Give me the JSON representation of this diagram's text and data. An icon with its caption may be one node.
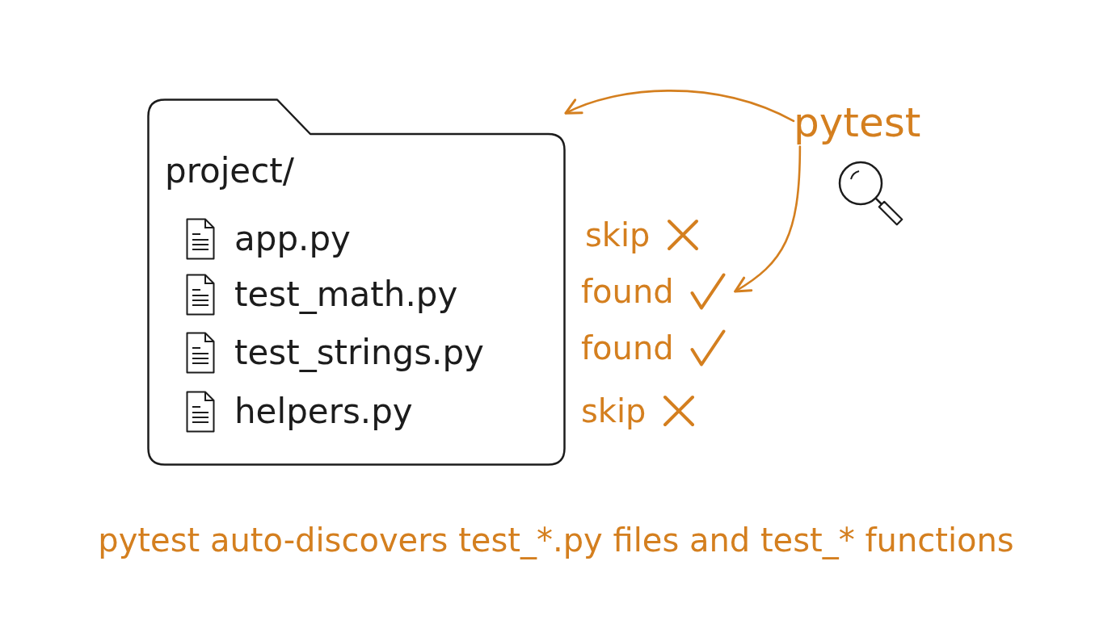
{
  "diagram": {
    "caption": "pytest auto-discovers test_*.py files and test_* functions",
    "nodes": [
      {
        "text": [
          "project/"
        ]
      },
      {
        "text": [
          "app.py"
        ],
        "in": 0
      },
      {
        "text": [
          "test_math.py"
        ],
        "in": 0
      },
      {
        "text": [
          "test_strings.py"
        ],
        "in": 0
      },
      {
        "text": [
          "helpers.py"
        ],
        "in": 0
      },
      {
        "text": [
          "skip"
        ]
      },
      {
        "text": [
          "found"
        ]
      },
      {
        "text": [
          "found"
        ]
      },
      {
        "text": [
          "skip"
        ]
      },
      {
        "text": [
          "pytest"
        ]
      }
    ],
    "edges": [
      {
        "from": 9,
        "to": 0,
        "arrow": "to"
      },
      {
        "from": 9,
        "to": 6,
        "arrow": "to"
      }
    ]
  }
}
